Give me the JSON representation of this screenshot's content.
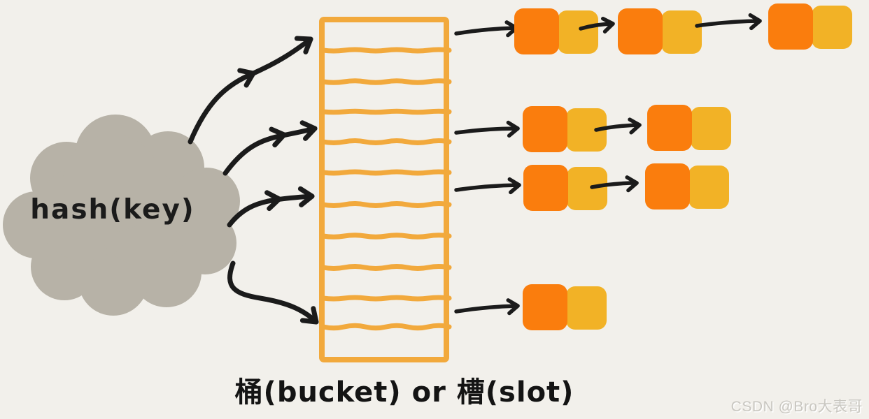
{
  "diagram": {
    "title_semantic": "hash table buckets with separate chaining",
    "background": "#f2f0eb",
    "cloud": {
      "label": "hash(key)",
      "color": "#b7b2a7",
      "text_color": "#1b1b1b"
    },
    "bucket_array": {
      "slot_count": 11,
      "outline_color": "#f2a93c",
      "caption": "桶(bucket) or 槽(slot)",
      "caption_color": "#141414"
    },
    "hash_arrows": {
      "count": 4,
      "color": "#1b1b1b",
      "target_slots": [
        0,
        3,
        5,
        9
      ]
    },
    "chains": [
      {
        "slot_index": 0,
        "node_count": 3
      },
      {
        "slot_index": 3,
        "node_count": 2
      },
      {
        "slot_index": 5,
        "node_count": 2
      },
      {
        "slot_index": 9,
        "node_count": 1
      }
    ],
    "node_colors": {
      "key_cell": "#fa7d0d",
      "pointer_cell": "#f2b226"
    },
    "arrow_color": "#1b1b1b"
  },
  "watermark": {
    "text": "CSDN @Bro大表哥",
    "color": "#c9c7c1"
  }
}
